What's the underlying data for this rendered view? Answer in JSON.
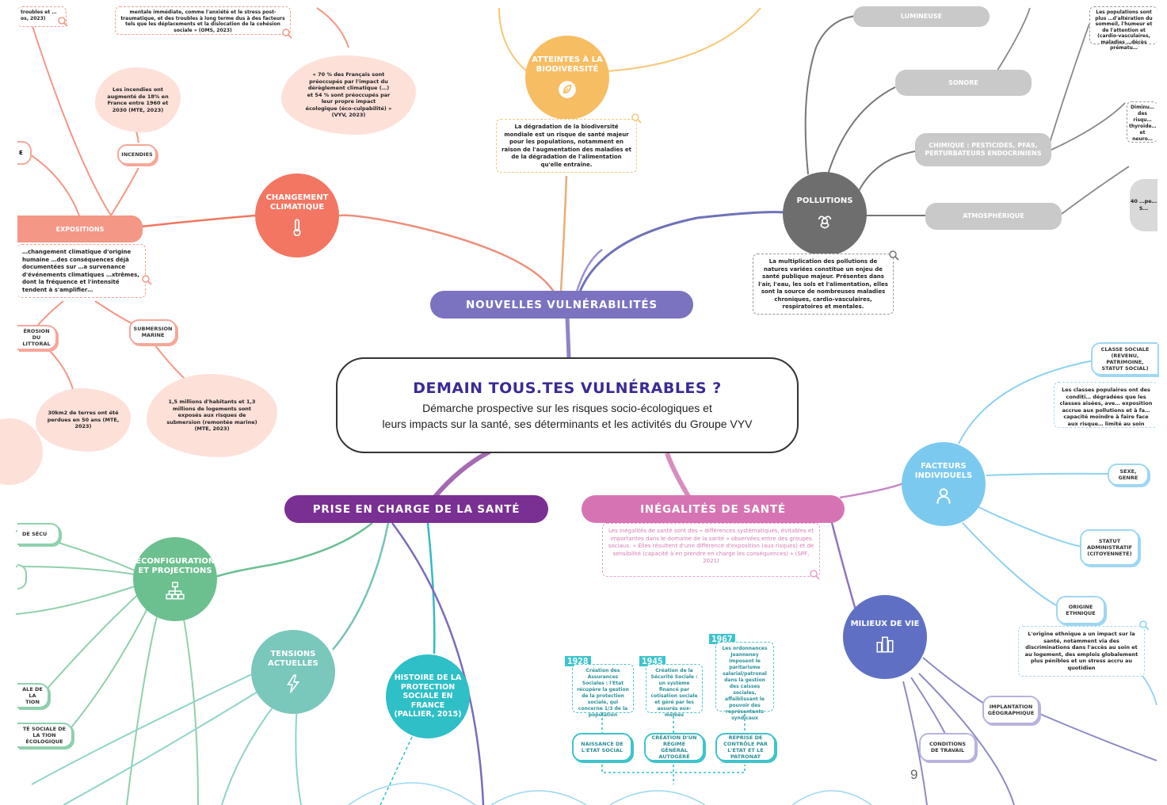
{
  "center": {
    "title": "DEMAIN TOUS.TES VULNÉRABLES ?",
    "subtitle_line1": "Démarche prospective sur les risques socio-écologiques et",
    "subtitle_line2": "leurs impacts sur la santé, ses déterminants et les activités du Groupe VYV"
  },
  "branches": {
    "nouvelles": "NOUVELLES VULNÉRABILITÉS",
    "prise": "PRISE EN CHARGE DE LA SANTÉ",
    "inegalites": "INÉGALITÉS DE SANTÉ"
  },
  "nodes": {
    "biodiversite": "ATTEINTES À LA BIODIVERSITÉ",
    "changement": "CHANGEMENT CLIMATIQUE",
    "pollutions": "POLLUTIONS",
    "facteurs": "FACTEURS INDIVIDUELS",
    "milieux": "MILIEUX DE VIE",
    "reconfig": "RECONFIGURATIONS ET PROJECTIONS",
    "tensions": "TENSIONS ACTUELLES",
    "histoire": "HISTOIRE DE LA PROTECTION SOCIALE EN FRANCE (PALLIER, 2015)"
  },
  "pollution_types": {
    "lumineuse": "LUMINEUSE",
    "sonore": "SONORE",
    "chimique": "CHIMIQUE : PESTICIDES, PFAS, PERTURBATEURS ENDOCRINIENS",
    "atmospherique": "ATMOSPHÉRIQUE"
  },
  "tags": {
    "incendies": "INCENDIES",
    "expositions": "EXPOSITIONS",
    "submersion": "SUBMERSION MARINE",
    "erosion": "ÉROSION DU LITTORAL",
    "classe": "CLASSE SOCIALE (REVENU, PATRIMOINE, STATUT SOCIAL)",
    "sexe": "SEXE, GENRE",
    "statut": "STATUT ADMINISTRATIF (CITOYENNETÉ)",
    "origine": "ORIGINE ETHNIQUE",
    "implantation": "IMPLANTATION GÉOGRAPHIQUE",
    "conditions": "CONDITIONS DE TRAVAIL",
    "naissance": "NAISSANCE DE L'ETAT SOCIAL",
    "creation": "CRÉATION D'UN RÉGIME GÉNÉRAL AUTOGÉRÉ",
    "reprise": "REPRISE DE CONTRÔLE PAR L'ETAT ET LE PATRONAT",
    "secu": "DE SÉCU",
    "locale": "ALE DE LA TION",
    "solidarite": "TÉ SOCIALE DE LA TION ÉCOLOGIQUE"
  },
  "notes": {
    "top_left": "mentale immédiate, comme l'anxiété et le stress post-traumatique, et des troubles à long terme dus à des facteurs tels que les déplacements et la dislocation de la cohésion sociale » (OMS, 2023)",
    "top_left_corner": "troubles et …os, 2023)",
    "biodiversite": "La dégradation de la biodiversité mondiale est un risque de santé majeur pour les populations, notamment en raison de l'augmentation des maladies et de la dégradation de l'alimentation qu'elle entraîne.",
    "pollutions": "La multiplication des pollutions de natures variées constitue un enjeu de santé publique majeur. Présentes dans l'air, l'eau, les sols et l'alimentation, elles sont la source de nombreuses maladies chroniques, cardio-vasculaires, respiratoires et mentales.",
    "expositions": "…changement climatique d'origine humaine …des conséquences déjà documentées sur …a survenance d'événements climatiques …xtrêmes, dont la fréquence et l'intensité tendent à s'amplifier…",
    "inegalites": "Les inégalités de santé sont des « différences systématiques, évitables et importantes dans le domaine de la santé » observées entre des groupes sociaux. « Elles résultent d'une différence d'exposition (aux risques) et de sensibilité (capacité à en prendre en charge les conséquences) » (SPF, 2021)",
    "classe": "Les classes populaires ont des conditi… dégradées que les classes aisées, ave… exposition accrue aux pollutions et à fa… capacité moindre à faire face aux risque… limité au soin",
    "origine": "L'origine ethnique a un impact sur la santé, notamment via des discriminations dans l'accès au soin et au logement, des emplois globalement plus pénibles et un stress accru au quotidien",
    "top_right": "Les populations sont plus …d'altération du sommeil, l'humeur et de l'attention et (cardio-vasculaires, maladies …décès prématu…",
    "right_mid": "Diminu… des risqu… thyroïde… et neuro…",
    "right_small": "40 …pe… S…",
    "y1928": "Création des Assurances Sociales : l'Etat récupère la gestion de la protection sociale, qui concerne 1/3 de la population",
    "y1945": "Création de la Sécurité Sociale : un système financé par cotisation sociale et géré par les assurés eux-mêmes",
    "y1967": "Les ordonnances Jeanneney imposent le paritarisme salarial/patronal dans la gestion des caisses sociales, affaiblissant le pouvoir des représentants syndicaux"
  },
  "blobs": {
    "incendies": "Les incendies ont augmenté de 18% en France entre 1960 et 2030 (MTE, 2023)",
    "eco": "« 70 % des Français sont préoccupés par l'impact du dérèglement climatique (…) et 54 % sont préoccupés par leur propre impact écologique (éco-culpabilité) » (VYV, 2023)",
    "littoral": "30km2 de terres ont été perdues en 50 ans (MTE, 2023)",
    "submersion": "1,5 millions d'habitants et 1,3 millions de logements sont exposés aux risques de submersion (remontée marine) (MTE, 2023)"
  },
  "years": {
    "y1928": "1928",
    "y1945": "1945",
    "y1967": "1967"
  },
  "page_number": "9",
  "colors": {
    "purple": "#7b73c0",
    "dark_purple": "#7a2f92",
    "pink": "#d674b3",
    "coral": "#f27662",
    "yellow": "#f7bd63",
    "grey": "#6e6e6e",
    "blue": "#7cc9ef",
    "indigo": "#5f70c4",
    "green": "#6cc08f",
    "teal": "#7ac7bb",
    "cyan": "#2fbfc7"
  }
}
